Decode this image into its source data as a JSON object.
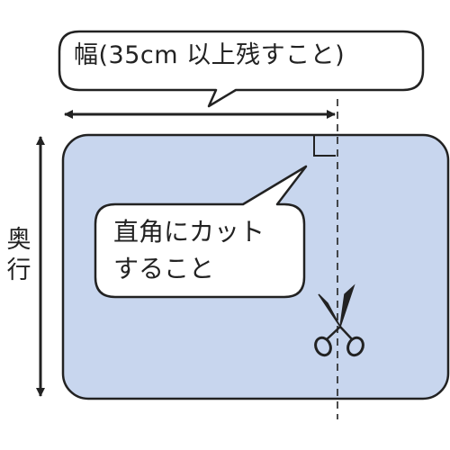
{
  "labels": {
    "width_label": "幅(35cm 以上残すこと)",
    "callout_line1": "直角にカット",
    "callout_line2": "すること",
    "depth_label": "奥行"
  },
  "icons": {
    "cut_tool": "scissors-icon"
  },
  "colors": {
    "sheet_fill": "#c8d6ee",
    "outline": "#222222",
    "bubble_fill": "#ffffff"
  }
}
